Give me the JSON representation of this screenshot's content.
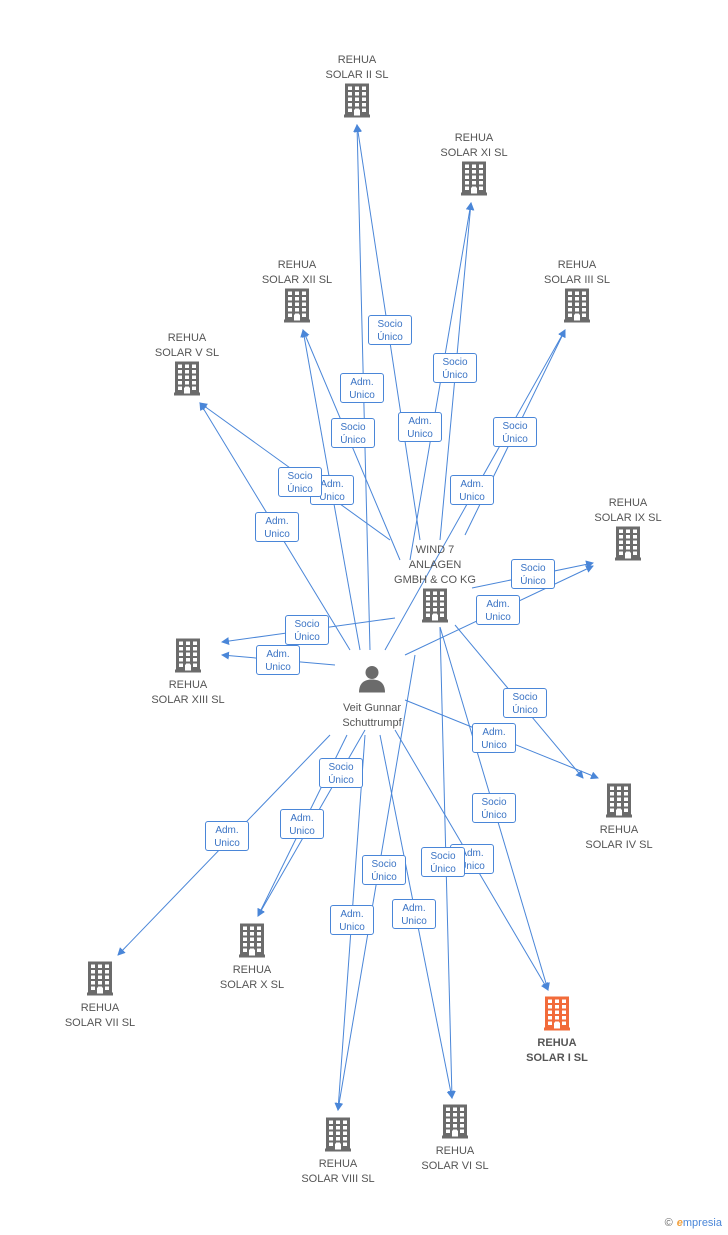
{
  "nodes": [
    {
      "id": "solar2",
      "label": "REHUA\nSOLAR II SL",
      "type": "company"
    },
    {
      "id": "solar11",
      "label": "REHUA\nSOLAR XI SL",
      "type": "company"
    },
    {
      "id": "solar12",
      "label": "REHUA\nSOLAR XII SL",
      "type": "company"
    },
    {
      "id": "solar3",
      "label": "REHUA\nSOLAR III SL",
      "type": "company"
    },
    {
      "id": "solar5",
      "label": "REHUA\nSOLAR V SL",
      "type": "company"
    },
    {
      "id": "solar9",
      "label": "REHUA\nSOLAR IX SL",
      "type": "company"
    },
    {
      "id": "wind7",
      "label": "WIND 7\nANLAGEN\nGMBH & CO KG",
      "type": "company"
    },
    {
      "id": "solar13",
      "label": "REHUA\nSOLAR XIII SL",
      "type": "company"
    },
    {
      "id": "person",
      "label": "Veit Gunnar\nSchuttrumpf",
      "type": "person"
    },
    {
      "id": "solar4",
      "label": "REHUA\nSOLAR IV SL",
      "type": "company"
    },
    {
      "id": "solar10",
      "label": "REHUA\nSOLAR X SL",
      "type": "company"
    },
    {
      "id": "solar7",
      "label": "REHUA\nSOLAR VII SL",
      "type": "company"
    },
    {
      "id": "solar1",
      "label": "REHUA\nSOLAR I SL",
      "type": "company",
      "highlight": true
    },
    {
      "id": "solar8",
      "label": "REHUA\nSOLAR VIII SL",
      "type": "company"
    },
    {
      "id": "solar6",
      "label": "REHUA\nSOLAR VI SL",
      "type": "company"
    }
  ],
  "edges": [
    {
      "from": "person",
      "to": "solar2",
      "label": "Adm.\nUnico"
    },
    {
      "from": "wind7",
      "to": "solar2",
      "label": "Socio\nÚnico"
    },
    {
      "from": "person",
      "to": "solar11",
      "label": "Adm.\nUnico"
    },
    {
      "from": "wind7",
      "to": "solar11",
      "label": "Socio\nÚnico"
    },
    {
      "from": "person",
      "to": "solar12",
      "label": "Adm.\nUnico"
    },
    {
      "from": "wind7",
      "to": "solar12",
      "label": "Socio\nÚnico"
    },
    {
      "from": "person",
      "to": "solar3",
      "label": "Adm.\nUnico"
    },
    {
      "from": "wind7",
      "to": "solar3",
      "label": "Socio\nÚnico"
    },
    {
      "from": "person",
      "to": "solar5",
      "label": "Adm.\nUnico"
    },
    {
      "from": "wind7",
      "to": "solar5",
      "label": "Socio\nÚnico"
    },
    {
      "from": "person",
      "to": "solar9",
      "label": "Adm.\nUnico"
    },
    {
      "from": "wind7",
      "to": "solar9",
      "label": "Socio\nÚnico"
    },
    {
      "from": "person",
      "to": "solar13",
      "label": "Adm.\nUnico"
    },
    {
      "from": "wind7",
      "to": "solar13",
      "label": "Socio\nÚnico"
    },
    {
      "from": "person",
      "to": "solar4",
      "label": "Adm.\nUnico"
    },
    {
      "from": "wind7",
      "to": "solar4",
      "label": "Socio\nÚnico"
    },
    {
      "from": "person",
      "to": "solar10",
      "label": "Adm.\nUnico"
    },
    {
      "from": "wind7",
      "to": "solar10",
      "label": "Socio\nÚnico"
    },
    {
      "from": "person",
      "to": "solar7",
      "label": "Adm.\nUnico"
    },
    {
      "from": "person",
      "to": "solar1",
      "label": "Adm.\nUnico"
    },
    {
      "from": "wind7",
      "to": "solar1",
      "label": "Socio\nÚnico"
    },
    {
      "from": "person",
      "to": "solar8",
      "label": "Adm.\nUnico"
    },
    {
      "from": "wind7",
      "to": "solar8",
      "label": "Socio\nÚnico"
    },
    {
      "from": "person",
      "to": "solar6",
      "label": "Adm.\nUnico"
    },
    {
      "from": "wind7",
      "to": "solar6",
      "label": "Socio\nÚnico"
    }
  ],
  "colors": {
    "edge": "#4a86d8",
    "company": "#6b6b6b",
    "highlight": "#f26b3a",
    "person": "#6b6b6b"
  },
  "footer": {
    "copyright": "©",
    "brand_initial": "e",
    "brand_rest": "mpresia"
  }
}
